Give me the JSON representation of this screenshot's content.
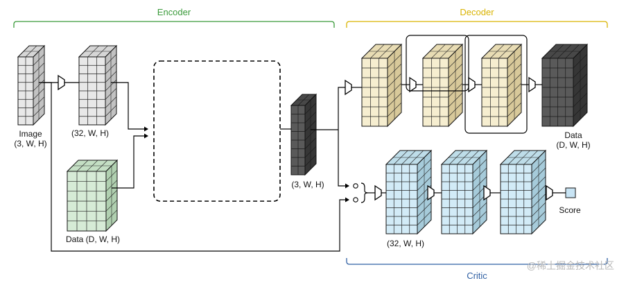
{
  "encoder": {
    "title": "Encoder",
    "color": "#3a9a3a"
  },
  "decoder": {
    "title": "Decoder",
    "color": "#d9b300"
  },
  "critic": {
    "title": "Critic",
    "color": "#2e5fa3"
  },
  "labels": {
    "image_name": "Image",
    "image_shape": "(3, W, H)",
    "conv_shape": "(32, W, H)",
    "data_in": "Data (D, W, H)",
    "latent_shape": "(3, W, H)",
    "decoded_name": "Data",
    "decoded_shape": "(D, W, H)",
    "critic_shape": "(32, W, H)",
    "score": "Score"
  },
  "watermark": "@稀土掘金技术社区",
  "colors": {
    "image": [
      "#e8e8e8",
      "#d6d6d6",
      "#c2c2c2"
    ],
    "data": [
      "#d6ebd6",
      "#c4dfc4",
      "#b0d0b0"
    ],
    "latent": [
      "#5a5a5a",
      "#484848",
      "#363636"
    ],
    "decoder": [
      "#f6eed0",
      "#e8dcb4",
      "#d8c99a"
    ],
    "output": [
      "#5a5a5a",
      "#484848",
      "#363636"
    ],
    "critic": [
      "#d2ebf7",
      "#bedde9",
      "#a6cbda"
    ],
    "score": "#c8e4f4"
  }
}
